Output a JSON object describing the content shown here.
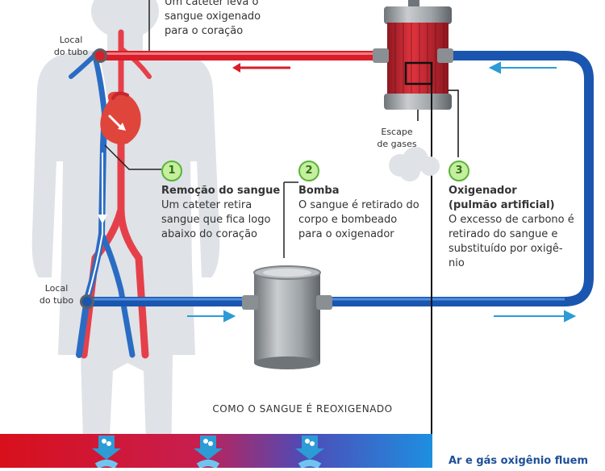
{
  "top_label": {
    "line1": "Um cateter leva o",
    "line2": "sangue oxigenado",
    "line3": "para o coração"
  },
  "tube_upper": {
    "line1": "Local",
    "line2": "do tubo"
  },
  "tube_lower": {
    "line1": "Local",
    "line2": "do tubo"
  },
  "gas_escape": {
    "line1": "Escape",
    "line2": "de gases"
  },
  "steps": [
    {
      "number": "1",
      "title": "Remoção do sangue",
      "lines": [
        "Um cateter retira",
        "sangue que fica logo",
        "abaixo do coração"
      ]
    },
    {
      "number": "2",
      "title": "Bomba",
      "lines": [
        "O sangue é retirado do",
        "corpo e bombeado",
        "para o oxigenador"
      ]
    },
    {
      "number": "3",
      "title": "Oxigenador",
      "subtitle": "(pulmão artificial)",
      "lines": [
        "O excesso de carbono é",
        "retirado do sangue e",
        "substituído por oxigê-",
        "nio"
      ]
    }
  ],
  "caption": "COMO O SANGUE É REOXIGENADO",
  "bottom_panel": {
    "text": "Ar e gás oxigênio fluem"
  },
  "colors": {
    "oxygenated": "#d81e2a",
    "deoxygenated": "#1a56b0",
    "body": "#dfe2e6",
    "step_badge": "#c5ef9c",
    "step_border": "#58b43c",
    "arrow_blue": "#2c9bd6"
  }
}
